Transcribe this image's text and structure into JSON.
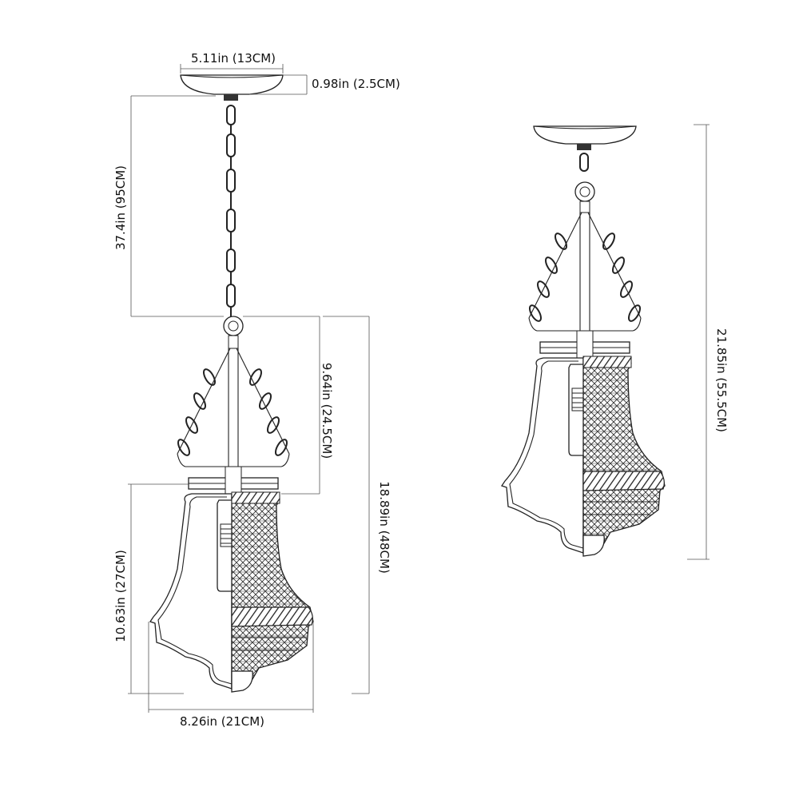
{
  "dimensions": {
    "canopy_width": "5.11in (13CM)",
    "canopy_height": "0.98in (2.5CM)",
    "chain_length": "37.4in (95CM)",
    "frame_height": "9.64in (24.5CM)",
    "total_fixture_height": "18.89in (48CM)",
    "shade_height": "10.63in (27CM)",
    "fixture_width": "8.26in (21CM)",
    "overall_height_short": "21.85in (55.5CM)"
  }
}
